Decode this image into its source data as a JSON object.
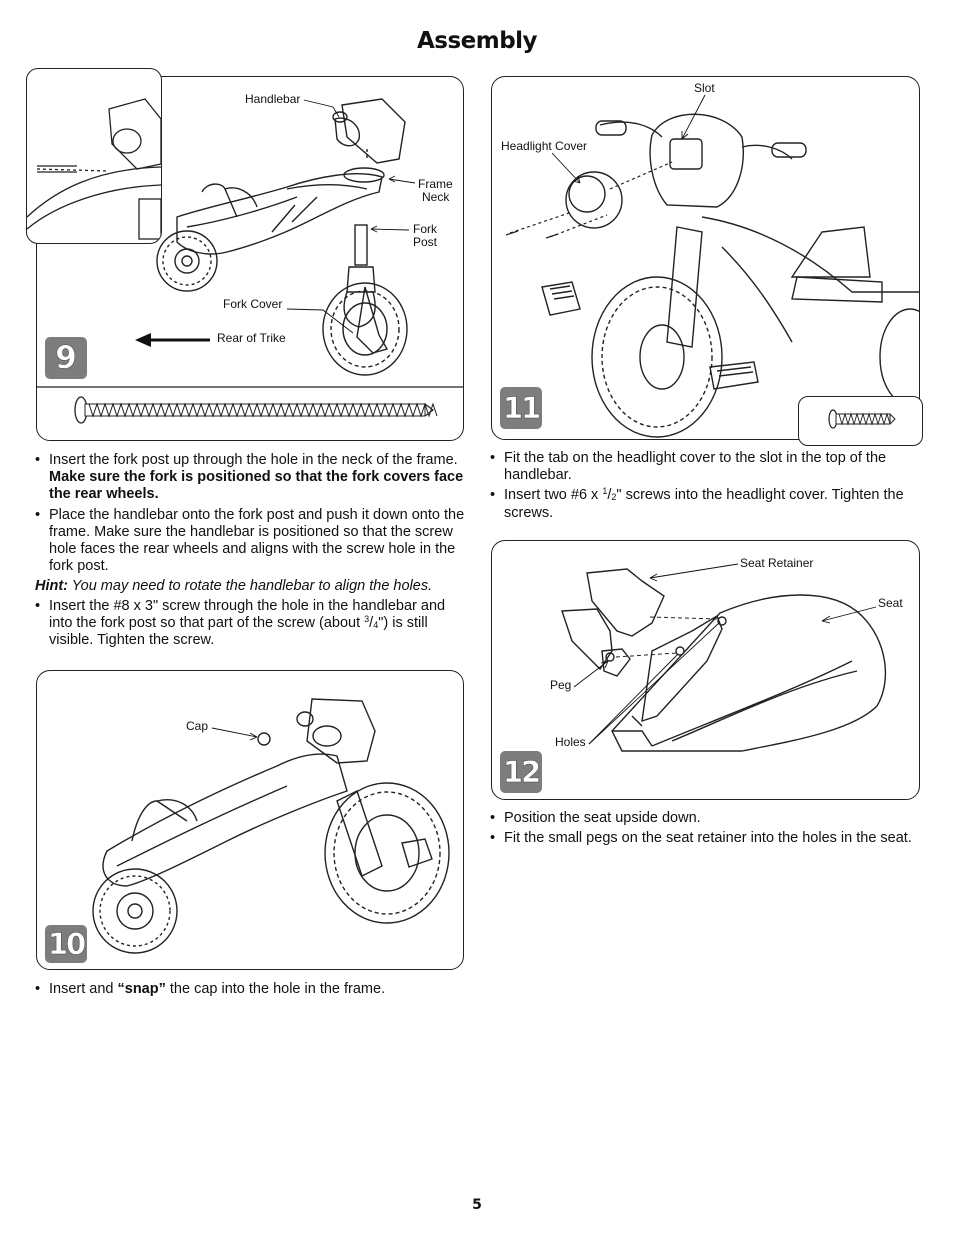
{
  "page": {
    "title": "Assembly",
    "page_number": "5"
  },
  "step9": {
    "number": "9",
    "labels": {
      "handlebar": "Handlebar",
      "frame": "Frame",
      "neck": "Neck",
      "fork": "Fork",
      "post": "Post",
      "fork_cover": "Fork Cover",
      "rear_of_trike": "Rear of Trike"
    },
    "b1_pre": "Insert the fork post up through the hole in the neck of the frame. ",
    "b1_bold": "Make sure the fork is positioned so that the fork covers face the rear wheels.",
    "b2": "Place the handlebar onto the fork post and push it down onto the frame. Make sure the handlebar is positioned so that the screw hole faces the rear wheels and aligns with the screw hole in the fork post.",
    "hint_label": "Hint:",
    "hint_text": " You may need to rotate the handlebar to align the holes.",
    "b3_pre": "Insert the #8 x 3\" screw through the hole in the handlebar and into the fork post so that part of the screw (about ",
    "b3_sup": "3",
    "b3_sub": "4",
    "b3_post": "\") is still visible. Tighten the screw."
  },
  "step10": {
    "number": "10",
    "labels": {
      "cap": "Cap"
    },
    "b1_pre": "Insert and ",
    "b1_bold": "“snap”",
    "b1_post": " the cap into the hole in the frame."
  },
  "step11": {
    "number": "11",
    "labels": {
      "slot": "Slot",
      "headlight_cover": "Headlight Cover"
    },
    "b1": "Fit the tab on the headlight cover to the slot in the top of the handlebar.",
    "b2_pre": "Insert two #6 x ",
    "b2_sup": "1",
    "b2_sub": "2",
    "b2_post": "\" screws into the headlight cover. Tighten the screws."
  },
  "step12": {
    "number": "12",
    "labels": {
      "seat_retainer": "Seat Retainer",
      "seat": "Seat",
      "peg": "Peg",
      "holes": "Holes"
    },
    "b1": "Position the seat upside down.",
    "b2": "Fit the small pegs on the seat retainer into the holes in the seat."
  }
}
